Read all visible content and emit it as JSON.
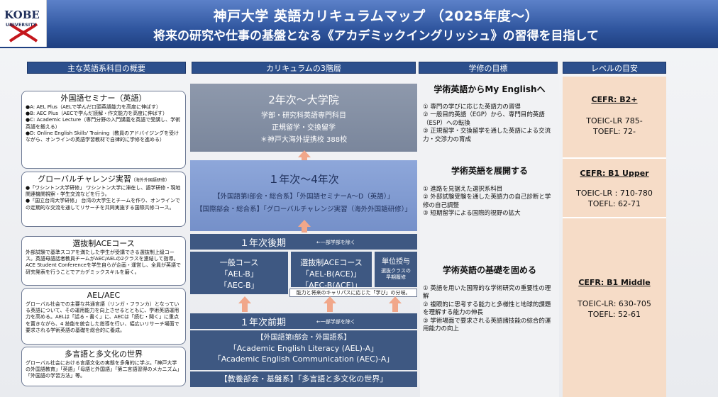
{
  "header": {
    "title": "神戸大学 英語カリキュラムマップ （2025年度～）",
    "subtitle": "将来の研究や仕事の基盤となる《アカデミックイングリッシュ》の習得を目指して"
  },
  "logo": {
    "name": "KOBE",
    "sub": "UNIVERSITY"
  },
  "sections": {
    "left": "主な英語系科目の概要",
    "middle": "カリキュラムの3階層",
    "goals": "学修の目標",
    "levels": "レベルの目安"
  },
  "left_boxes": {
    "seminar": {
      "title": "外国語セミナー（英語）",
      "text": "●A: AEL Plus（AELで学んだ口頭英語能力を高度に伸ばす）\n●B: AEC Plus（AECで学んだ読解・作文能力を高度に伸ばす）\n●C: Academic Lecture（専門分野の入門講義を英語で受講し、学術英語を鍛える）\n●D: Online English Skills' Training（教員のアドバイジングを受けながら、オンラインの英語学習教材で自律的に学修を進める）"
    },
    "global": {
      "title": "グローバルチャレンジ実習",
      "title_note": "（海外外国語研修）",
      "text": "●「ワシントン大学研修」 ワシントン大学に滞在し、語学研修・現地関連機関視察・学生交流などを行う。\n●「国立台湾大学研修」 台湾の大学生とチームを作り、オンラインでの定期的な交流を通してリサーチを共同実施する国際共修コース。"
    },
    "ace": {
      "title": "選抜制ACEコース",
      "text": "外部試験で基準スコアを満たした学生が受講できる選抜制上級コース。英語母語話者教員チームがAEC/AELの2クラスを連結して指導。ACE Student Conferenceを学生自らが企画・運営し、全員が英語で研究発表を行うことでアカデミックスキルを磨く。"
    },
    "ael": {
      "title": "AEL/AEC",
      "text": "グローバル社会での主要な共通言語（リンガ・フランカ）となっている英語について、その運用能力を向上させるとともに、学術英語運用力を高める。AELは「話る・書く」に、AECは「読む・聞く」に重点を置きながら、4 技能を統合した指導を行い、幅広いリサーチ場面で要求される学術英語の基礎を総合的に養成。"
    },
    "multi": {
      "title": "多言語と多文化の世界",
      "text": "グローバル社会における言語文化の実態を多角的に学ぶ。「神戸大学の外国語教育」「英語」「母語と外国語」「第二言語習得のメカニズム」「外国語の学習方法」等。"
    }
  },
  "middle": {
    "top": {
      "title": "2年次～大学院",
      "l1": "学部・研究科英語専門科目",
      "l2": "正規留学・交換留学",
      "l3": "＊神戸大海外提携校 388校"
    },
    "mid": {
      "title": "１年次～4年次",
      "l1": "【外国語第Ⅰ部会・総合系】「外国語セミナーA～D（英語）」",
      "l2": "【国際部会・総合系】「グローバルチャレンジ実習（海外外国語研修）」"
    },
    "late": {
      "title": "１年次後期",
      "note": "←一部学部を除く"
    },
    "courses": {
      "general": {
        "title": "一般コース",
        "l1": "「AEL-B」",
        "l2": "「AEC-B」"
      },
      "ace": {
        "title": "選抜制ACEコース",
        "l1": "「AEL-B(ACE)」",
        "l2": "「AEC-B(ACE)」"
      },
      "credit": {
        "title": "単位授与",
        "l1": "選抜クラスの",
        "l2": "早期履修"
      }
    },
    "career_note": "能力と将来のキャリパスに応じた「学び」の分岐。",
    "early": {
      "title": "１年次前期",
      "note": "←一部学部を除く"
    },
    "foreign": {
      "l1": "【外国語第Ⅰ部会・外国語系】",
      "l2": "「Academic English Literacy (AEL)-A」",
      "l3": "「Academic English Communication (AEC)-A」"
    },
    "liberal": "【教養部会・基盤系】「多言語と多文化の世界」"
  },
  "goals": {
    "g1": {
      "title": "学術英語からMy Englishへ",
      "text": "① 専門の学びに応じた英語力の習得\n② 一般目的英語（EGP）から、専門目的英語（ESP）への転換\n③ 正規留学・交換留学を通した英語による交流力・交渉力の育成"
    },
    "g2": {
      "title": "学術英語を展開する",
      "text": "① 進路を見据えた選択系科目\n② 外部試験受験を通した英語力の自己診断と学修の自己調整\n③ 短期留学による国際的視野の拡大"
    },
    "g3": {
      "title": "学術英語の基礎を固める",
      "text": "① 英語を用いた国際的な学術研究の重要性の理解\n② 複眼的に思考する能力と多様性と地球的課題を理解する能力の伸長\n③ 学術場面で要求される英語諸技能の綜合的運用能力の向上"
    }
  },
  "levels": {
    "l1": {
      "cefr": "CEFR: B2+",
      "score": "TOEIC-LR 785-\nTOEFL: 72-"
    },
    "l2": {
      "cefr": "CEFR: B1 Upper",
      "score": "TOEIC-LR : 710-780\nTOEFL: 62-71"
    },
    "l3": {
      "cefr": "CEFR: B1 Middle",
      "score": "TOEIC-LR: 630-705\nTOEFL: 52-61"
    }
  }
}
